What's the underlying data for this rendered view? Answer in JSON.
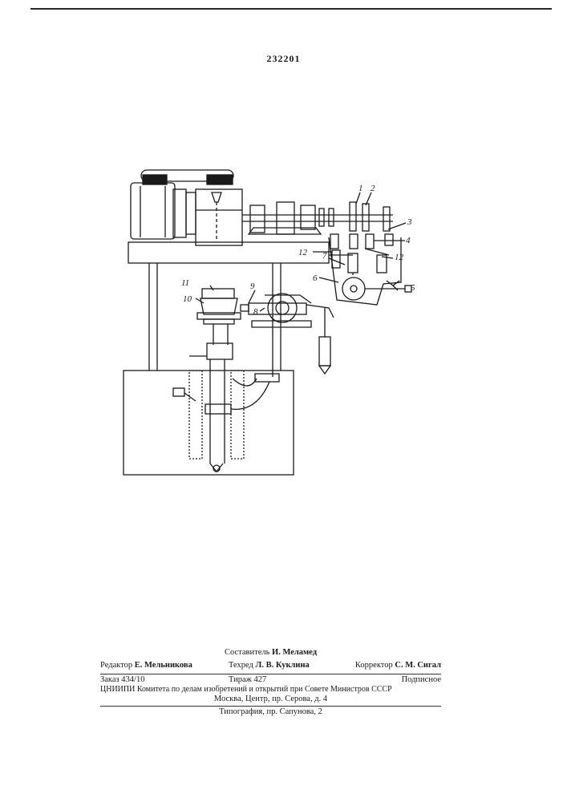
{
  "patent_number": "232201",
  "figure_labels": {
    "l1": "1",
    "l2": "2",
    "l3": "3",
    "l4": "4",
    "l5": "5",
    "l6": "6",
    "l7": "7",
    "l8": "8",
    "l9": "9",
    "l10": "10",
    "l11": "11",
    "l12a": "12",
    "l12b": "12"
  },
  "footer": {
    "compiler_label": "Составитель",
    "compiler_name": "И. Меламед",
    "editor_label": "Редактор",
    "editor_name": "Е. Мельникова",
    "techred_label": "Техред",
    "techred_name": "Л. В. Куклина",
    "corrector_label": "Корректор",
    "corrector_name": "С. М. Сигал",
    "order": "Заказ 434/10",
    "circulation": "Тираж 427",
    "subscription": "Подписное",
    "institute": "ЦНИИПИ Комитета по делам изобретений и открытий при Совете Министров СССР",
    "address": "Москва, Центр, пр. Серова, д. 4",
    "printing": "Типография, пр. Сапунова, 2"
  }
}
